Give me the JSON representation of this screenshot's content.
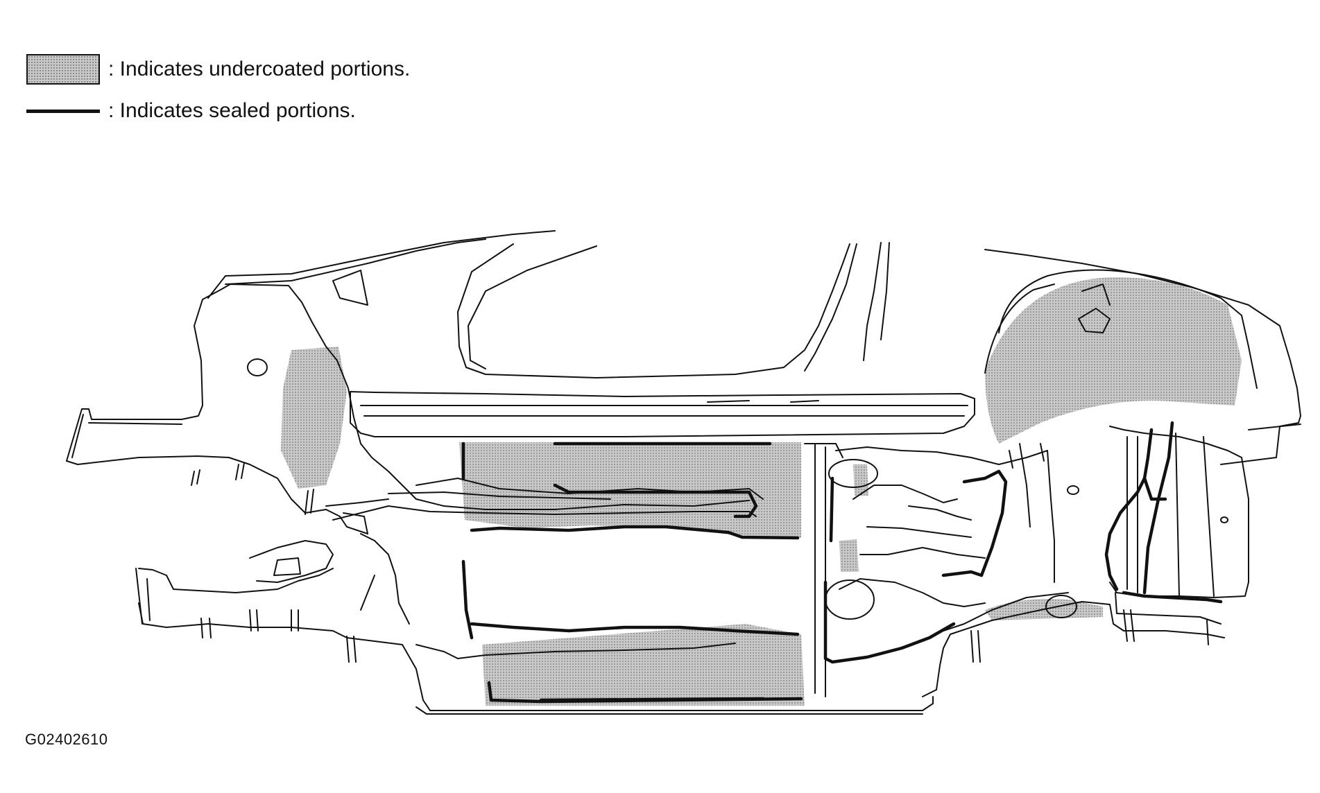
{
  "legend": {
    "undercoat_text": ": Indicates undercoated portions.",
    "sealed_text": ": Indicates sealed portions."
  },
  "figure_code": "G02402610",
  "colors": {
    "line": "#111111",
    "undercoat_fill": "#c8c8c8",
    "undercoat_dot": "#7a7a7a",
    "background": "#ffffff"
  }
}
